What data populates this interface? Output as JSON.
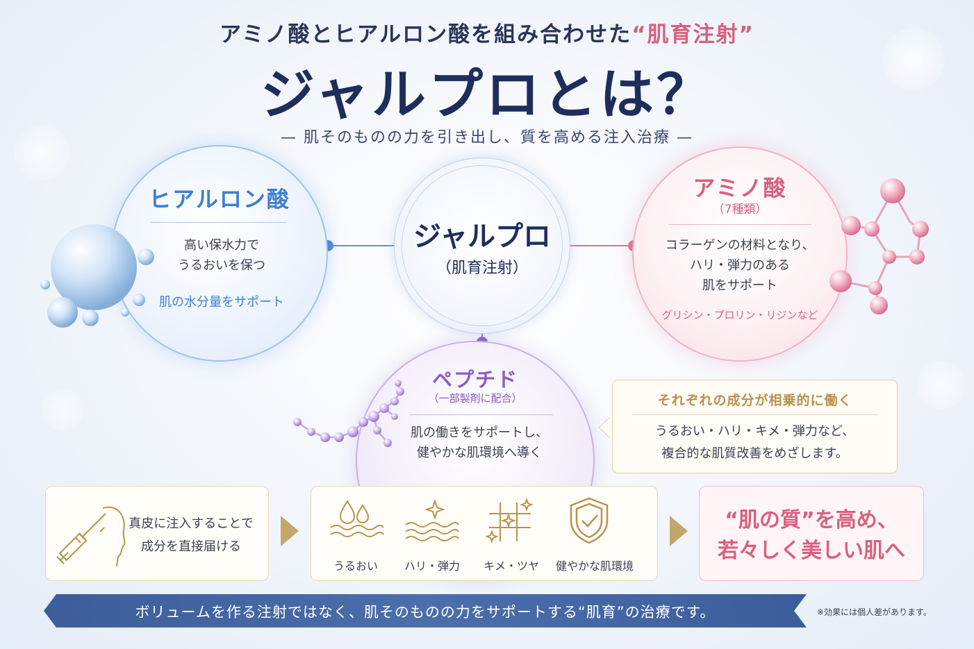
{
  "header": {
    "kicker_prefix": "アミノ酸とヒアルロン酸を組み合わせた",
    "kicker_highlight": "“肌育注射”",
    "title": "ジャルプロとは？",
    "subtitle": "— 肌そのものの力を引き出し、質を高める注入治療 —"
  },
  "hyaluronic": {
    "title": "ヒアルロン酸",
    "desc_line1": "高い保水力で",
    "desc_line2": "うるおいを保つ",
    "note": "肌の水分量をサポート"
  },
  "center": {
    "title": "ジャルプロ",
    "subtitle": "（肌育注射）"
  },
  "amino": {
    "title": "アミノ酸",
    "subtitle": "（7種類）",
    "desc_line1": "コラーゲンの材料となり、",
    "desc_line2": "ハリ・弾力のある",
    "desc_line3": "肌をサポート",
    "note": "グリシン・プロリン・リジンなど"
  },
  "peptide": {
    "title": "ペプチド",
    "subtitle": "（一部製剤に配合）",
    "desc_line1": "肌の働きをサポートし、",
    "desc_line2": "健やかな肌環境へ導く"
  },
  "synergy": {
    "title": "それぞれの成分が相乗的に働く",
    "desc_line1": "うるおい・ハリ・キメ・弾力など、",
    "desc_line2": "複合的な肌質改善をめざします。"
  },
  "bottom": {
    "left_line1": "真皮に注入することで",
    "left_line2": "成分を直接届ける",
    "benefits": [
      {
        "label": "うるおい",
        "icon": "water-drops-icon"
      },
      {
        "label": "ハリ・弾力",
        "icon": "sparkle-waves-icon"
      },
      {
        "label": "キメ・ツヤ",
        "icon": "grid-sparkle-icon"
      },
      {
        "label": "健やかな肌環境",
        "icon": "shield-check-icon"
      }
    ],
    "right_line1": "“肌の質”を高め、",
    "right_line2": "若々しく美しい肌へ"
  },
  "banner": {
    "text": "ボリュームを作る注射ではなく、肌そのものの力をサポートする“肌育”の治療です。"
  },
  "disclaimer": "※効果には個人差があります。",
  "colors": {
    "navy": "#1e2d5c",
    "blue": "#3f7fcf",
    "pink": "#d8607f",
    "purple": "#8a5cc8",
    "gold": "#c5a66a",
    "banner": "#4b6fab"
  }
}
